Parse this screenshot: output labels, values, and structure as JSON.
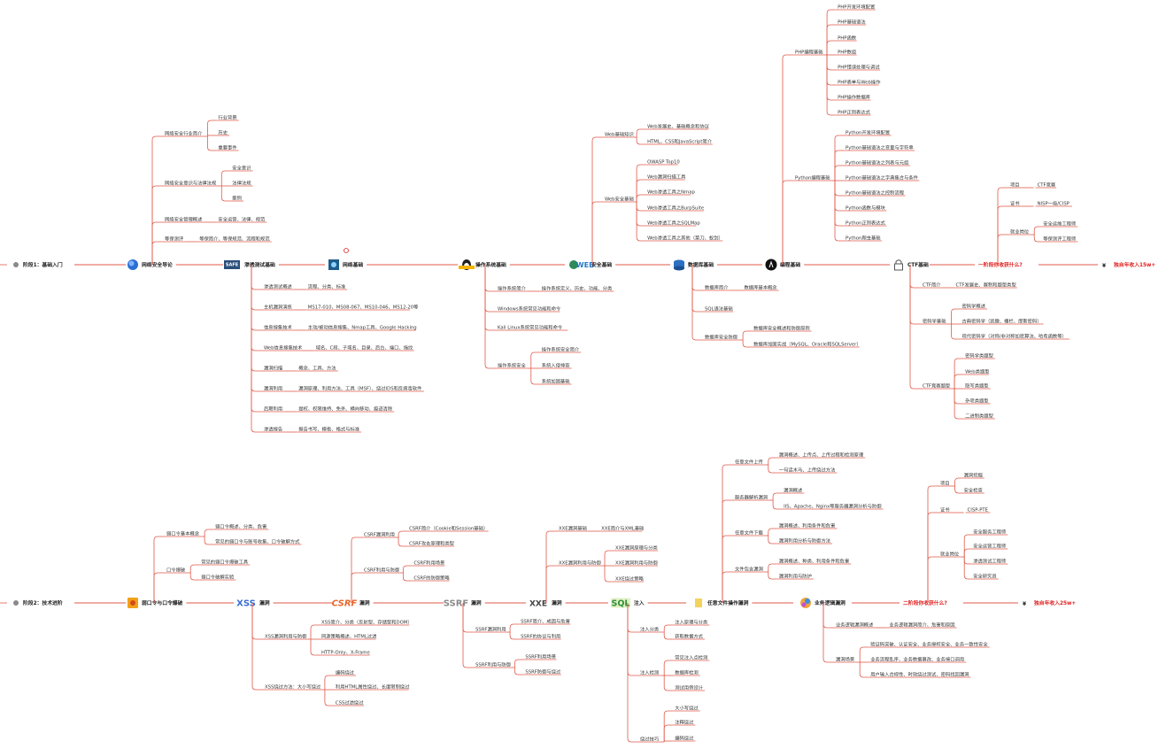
{
  "colors": {
    "line": "#e05a4a",
    "text": "#333333",
    "root": "#e02020"
  },
  "stage1": {
    "label": "阶段1：基础入门",
    "goal": "一阶段你收获什么?",
    "income": "¥",
    "income_text": "独自年收入15w+",
    "nodes": [
      {
        "label": "网络安全导论",
        "icon": "globe-icon",
        "branches": [
          {
            "label": "网络安全行业简介",
            "leaves": [
              "行业背景",
              "历史",
              "重要事件"
            ]
          },
          {
            "label": "网络安全意识与法律法规",
            "leaves": [
              "安全意识",
              "法律法规",
              "案例"
            ]
          },
          {
            "label": "网络安全管理概述",
            "leaves": [
              "安全运营、法律、规范"
            ]
          },
          {
            "label": "等保测评",
            "leaves": [
              "等保简介、等保规范、流程和规范"
            ]
          }
        ]
      },
      {
        "label": "渗透测试基础",
        "icon": "safe-icon",
        "branches": [
          {
            "label": "渗透测试概述",
            "leaves": [
              "流程、分类、标准"
            ]
          },
          {
            "label": "主机漏洞演练",
            "leaves": [
              "MS17-010、MS08-067、MS10-046、MS12-20等"
            ]
          },
          {
            "label": "信息搜集技术",
            "leaves": [
              "主动/被动信息搜集、Nmap工具、Google Hacking"
            ]
          },
          {
            "label": "Web信息搜集技术",
            "leaves": [
              "域名、C段、子域名、目录、后台、端口、指纹"
            ]
          },
          {
            "label": "漏洞扫描",
            "leaves": [
              "概念、工具、方法"
            ]
          },
          {
            "label": "漏洞利用",
            "leaves": [
              "漏洞原理、利用方法、工具（MSF）、绕过IDS和反病毒软件"
            ]
          },
          {
            "label": "后期利用",
            "leaves": [
              "提权、权限维持、免杀、横向移动、痕迹清除"
            ]
          },
          {
            "label": "渗透报告",
            "leaves": [
              "报告书写、模板、格式与标准"
            ]
          }
        ]
      },
      {
        "label": "网络基础",
        "icon": "network-icon",
        "branches": []
      },
      {
        "label": "操作系统基础",
        "icon": "linux-icon",
        "branches": [
          {
            "label": "操作系统简介",
            "leaves": [
              "操作系统定义、历史、功能、分类"
            ]
          },
          {
            "label": "Windows系统常见功能和命令",
            "leaves": []
          },
          {
            "label": "Kali Linux系统常见功能和命令",
            "leaves": []
          },
          {
            "label": "操作系统安全",
            "leaves": [
              "操作系统安全简介",
              "系统入侵排查",
              "系统加固基础"
            ]
          }
        ]
      },
      {
        "label": "安全基础",
        "icon": "web-icon",
        "branches": [
          {
            "label": "Web基础知识",
            "leaves": [
              "Web发展史、基础概念和协议",
              "HTML、CSS和JavaScript简介"
            ]
          },
          {
            "label": "Web安全基础",
            "leaves": [
              "OWASP Top10",
              "Web漏洞扫描工具",
              "Web渗透工具之Nmap",
              "Web渗透工具之BurpSuite",
              "Web渗透工具之SQLMap",
              "Web渗透工具之其他（菜刀、蚁剑）"
            ]
          }
        ]
      },
      {
        "label": "数据库基础",
        "icon": "database-icon",
        "branches": [
          {
            "label": "数据库简介",
            "leaves": [
              "数据库基本概念"
            ]
          },
          {
            "label": "SQL语法基础",
            "leaves": []
          },
          {
            "label": "数据库安全防御",
            "leaves": [
              "数据库安全概述和防御原则",
              "数据库加固实战（MySQL、Oracle和SQLServer）"
            ]
          }
        ]
      },
      {
        "label": "编程基础",
        "icon": "code-icon",
        "branches": [
          {
            "label": "PHP编程基础",
            "leaves": [
              "PHP开发环境配置",
              "PHP基础语法",
              "PHP函数",
              "PHP数组",
              "PHP错误处理与调试",
              "PHP表单与Web操作",
              "PHP操作数据库",
              "PHP正则表达式"
            ]
          },
          {
            "label": "Python编程基础",
            "leaves": [
              "Python开发环境配置",
              "Python基础语法之变量与字符串",
              "Python基础语法之列表与元组",
              "Python基础语法之字典集合与条件",
              "Python基础语法之控制流程",
              "Python函数与模块",
              "Python正则表达式",
              "Python爬虫基础"
            ]
          }
        ]
      },
      {
        "label": "CTF基础",
        "icon": "lock-icon",
        "branches": [
          {
            "label": "CTF简介",
            "leaves": [
              "CTF发展史、赛制和题型类型"
            ]
          },
          {
            "label": "密码学基础",
            "leaves": [
              "密码学概述",
              "古典密码学（凯撒、栅栏、摩斯密码）",
              "现代密码学（对称/非对称加密算法、哈希函数等）"
            ]
          },
          {
            "label": "CTF竞赛题型",
            "leaves": [
              "密码学类题型",
              "Web类题型",
              "隐写类题型",
              "杂项类题型",
              "二进制类题型"
            ]
          }
        ]
      }
    ],
    "harvest": [
      {
        "label": "项目",
        "leaves": [
          "CTF竞赛"
        ]
      },
      {
        "label": "证书",
        "leaves": [
          "NISP一级/CISP"
        ]
      },
      {
        "label": "就业岗位",
        "leaves": [
          "安全运维工程师",
          "等保测评工程师"
        ]
      }
    ]
  },
  "stage2": {
    "label": "阶段2：技术进阶",
    "goal": "二阶段你收获什么?",
    "income": "¥",
    "income_text": "独自年收入25w+",
    "nodes": [
      {
        "label": "弱口令与口令爆破",
        "icon": "password-icon",
        "branches": [
          {
            "label": "弱口令基本概念",
            "leaves": [
              "弱口令概述、分类、危害",
              "常见的弱口令与账号收集、口令破解方式"
            ]
          },
          {
            "label": "口令爆破",
            "leaves": [
              "常见的弱口令爆破工具",
              "弱口令破解实验"
            ]
          }
        ]
      },
      {
        "label": "漏洞",
        "logo": "XSS",
        "branches": [
          {
            "label": "XSS漏洞利用与防御",
            "leaves": [
              "XSS简介、分类（反射型、存储型和DOM）",
              "同源策略概述、HTML过滤",
              "HTTP-Only、X-Frame"
            ]
          },
          {
            "label": "XSS绕过方法：大小写绕过",
            "leaves": [
              "编码绕过",
              "利用HTML属性绕过、长度限制绕过",
              "CSS过滤绕过"
            ]
          }
        ]
      },
      {
        "label": "漏洞",
        "logo": "CSRF",
        "branches": [
          {
            "label": "CSRF漏洞利用",
            "leaves": [
              "CSRF简介（Cookie和Session基础）",
              "CSRF攻击原理和类型"
            ]
          },
          {
            "label": "CSRF利用与防御",
            "leaves": [
              "CSRF利用场景",
              "CSRF的防御策略"
            ]
          }
        ]
      },
      {
        "label": "漏洞",
        "logo": "SSRF",
        "branches": [
          {
            "label": "SSRF漏洞利用",
            "leaves": [
              "SSRF简介、成因与危害",
              "SSRF的协议与利用"
            ]
          },
          {
            "label": "SSRF利用与防御",
            "leaves": [
              "SSRF利用场景",
              "SSRF防御与绕过"
            ]
          }
        ]
      },
      {
        "label": "漏洞",
        "logo": "XXE",
        "branches": [
          {
            "label": "XXE漏洞基础",
            "leaves": [
              "XXE简介与XML基础"
            ]
          },
          {
            "label": "XXE漏洞利用与防御",
            "leaves": [
              "XXE漏洞原理与分类",
              "XXE漏洞利用与防御",
              "XXE绕过策略"
            ]
          }
        ]
      },
      {
        "label": "注入",
        "logo": "SQL",
        "branches": [
          {
            "label": "注入分类",
            "leaves": [
              "注入原理与分类",
              "获取数据方式"
            ]
          },
          {
            "label": "注入检测",
            "leaves": [
              "常见注入点检测",
              "数据库检测",
              "测试用例设计"
            ]
          },
          {
            "label": "绕过技巧",
            "leaves": [
              "大小写绕过",
              "注释绕过",
              "编码绕过"
            ]
          }
        ]
      },
      {
        "label": "任意文件操作漏洞",
        "icon": "file-icon",
        "branches": [
          {
            "label": "任意文件上传",
            "leaves": [
              "漏洞概述、上传点、上传过程和检测原理",
              "一句话木马、上传绕过方法"
            ]
          },
          {
            "label": "服务器解析漏洞",
            "leaves": [
              "漏洞概述",
              "IIS、Apache、Nginx等服务器漏洞分析与防御"
            ]
          },
          {
            "label": "任意文件下载",
            "leaves": [
              "漏洞概述、利用条件和危害",
              "漏洞利用分析与防御方法"
            ]
          },
          {
            "label": "文件包含漏洞",
            "leaves": [
              "漏洞概述、种类、利用条件和危害",
              "漏洞利用与防护"
            ]
          }
        ]
      },
      {
        "label": "业务逻辑漏洞",
        "icon": "logic-icon",
        "branches": [
          {
            "label": "业务逻辑漏洞概述",
            "leaves": [
              "业务逻辑漏洞简介、危害和原因"
            ]
          },
          {
            "label": "漏洞场景",
            "leaves": [
              "验证码突破、认证安全、业务授权安全、业务一致性安全",
              "业务流程乱序、业务数据篡改、业务接口调用",
              "用户输入合规性、时效绕过测试、密码找回漏洞"
            ]
          }
        ]
      }
    ],
    "harvest": [
      {
        "label": "项目",
        "leaves": [
          "漏洞挖掘",
          "安全检查"
        ]
      },
      {
        "label": "证书",
        "leaves": [
          "CISP-PTE"
        ]
      },
      {
        "label": "就业岗位",
        "leaves": [
          "安全服务工程师",
          "安全运营工程师",
          "渗透测试工程师",
          "安全研究员"
        ]
      }
    ]
  }
}
